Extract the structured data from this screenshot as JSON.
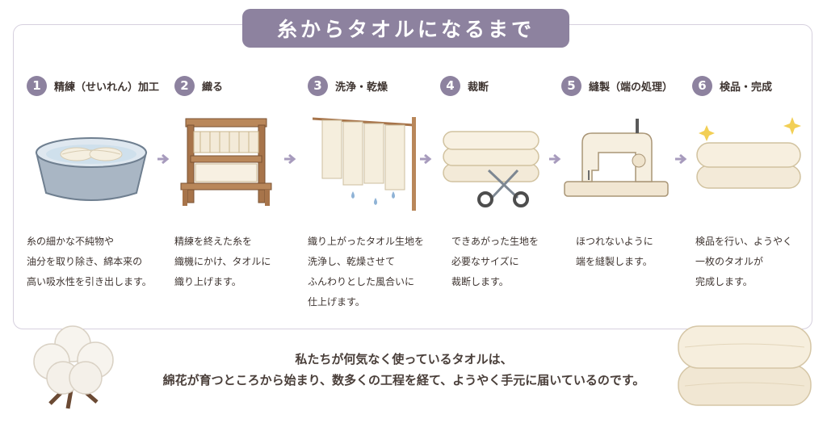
{
  "title": "糸からタオルになるまで",
  "steps": [
    {
      "number": "1",
      "title": "精練（せいれん）加工",
      "desc": "糸の細かな不純物や\n油分を取り除き、綿本来の\n高い吸水性を引き出します。",
      "icon": "washing-basin-icon"
    },
    {
      "number": "2",
      "title": "織る",
      "desc": "精練を終えた糸を\n織機にかけ、タオルに\n織り上げます。",
      "icon": "loom-icon"
    },
    {
      "number": "3",
      "title": "洗浄・乾燥",
      "desc": "織り上がったタオル生地を\n洗浄し、乾燥させて\nふんわりとした風合いに\n仕上げます。",
      "icon": "drying-towels-icon"
    },
    {
      "number": "4",
      "title": "裁断",
      "desc": "できあがった生地を\n必要なサイズに\n裁断します。",
      "icon": "cloth-scissors-icon"
    },
    {
      "number": "5",
      "title": "縫製（端の処理）",
      "desc": "ほつれないように\n端を縫製します。",
      "icon": "sewing-machine-icon"
    },
    {
      "number": "6",
      "title": "検品・完成",
      "desc": "検品を行い、ようやく\n一枚のタオルが\n完成します。",
      "icon": "finished-towels-icon"
    }
  ],
  "footer": {
    "line1": "私たちが何気なく使っているタオルは、",
    "line2": "綿花が育つところから始まり、数多くの工程を経て、ようやく手元に届いているのです。"
  },
  "colors": {
    "accent": "#8d829f",
    "border": "#d6d0de",
    "text": "#3e3430",
    "towel": "#f3ead8"
  }
}
